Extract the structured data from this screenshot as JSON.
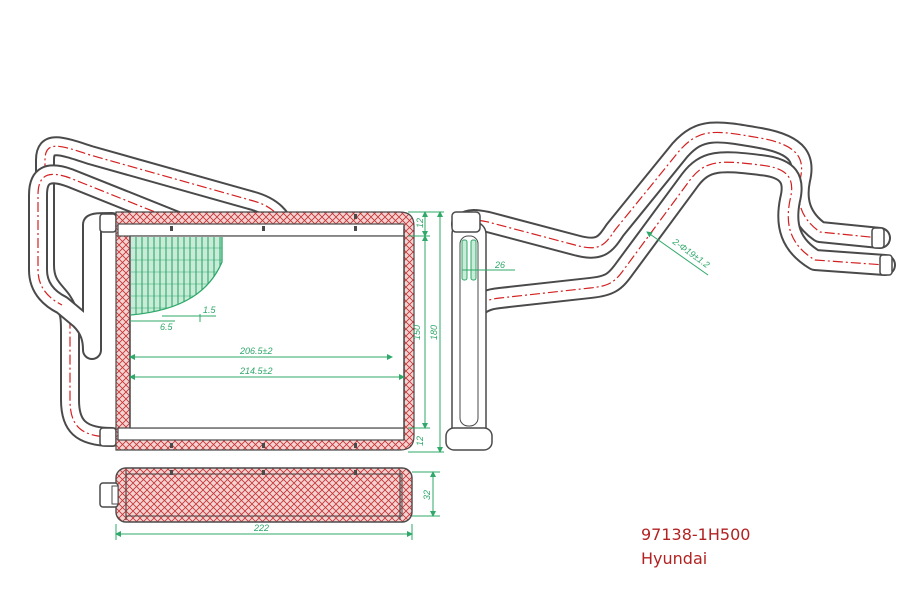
{
  "drawing": {
    "dimensions": {
      "top_thickness": "12",
      "bottom_thickness": "12",
      "tube_height": "150",
      "overall_height": "180",
      "inner_width": "206.5±2",
      "outer_width": "214.5±2",
      "fin_pitch": "1.5",
      "fin_offset": "6.5",
      "pipe_gap": "26",
      "pipe_diameter": "2-Φ19±1.2",
      "core_depth": "32",
      "overall_width": "222"
    },
    "part_number": "97138-1H500",
    "make": "Hyundai"
  },
  "colors": {
    "outline": "#4a4a4a",
    "centerline": "#d42020",
    "hatch": "#c83232",
    "fins": "#2fa86a",
    "dimension": "#2fa86a",
    "label": "#b22222"
  }
}
